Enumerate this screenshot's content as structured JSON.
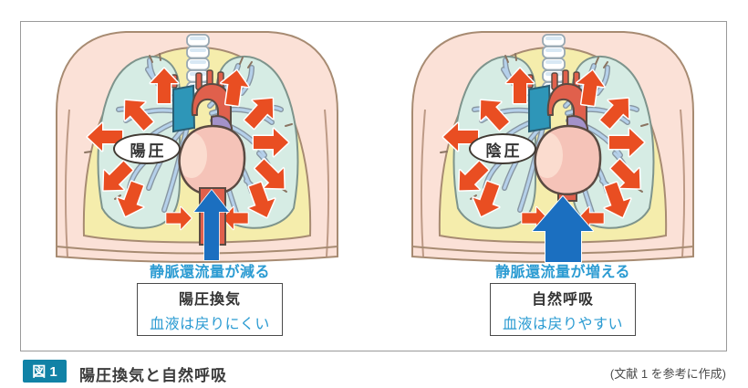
{
  "figure": {
    "badge": "図 1",
    "title": "陽圧換気と自然呼吸",
    "source": "(文献 1 を参考に作成)"
  },
  "panels": {
    "left": {
      "pressure_label": "陽圧",
      "caption": "静脈還流量が減る",
      "box_title": "陽圧換気",
      "box_subtitle": "血液は戻りにくい"
    },
    "right": {
      "pressure_label": "陰圧",
      "caption": "静脈還流量が増える",
      "box_title": "自然呼吸",
      "box_subtitle": "血液は戻りやすい"
    }
  },
  "colors": {
    "pressure_arrow_orange": "#e94e22",
    "venous_return_arrow_blue": "#1b6fc0",
    "caption_text_blue": "#2b9bd2",
    "badge_teal": "#1182a6",
    "skin_pink": "#fbe1d7",
    "chest_wall_yellow": "#f5edac",
    "lung_teal": "#d6ece4",
    "heart_pink": "#f5c3b8",
    "aorta_red": "#e0604c",
    "pulmonary_purple": "#a392c9",
    "svc_blue": "#2e96b8"
  }
}
